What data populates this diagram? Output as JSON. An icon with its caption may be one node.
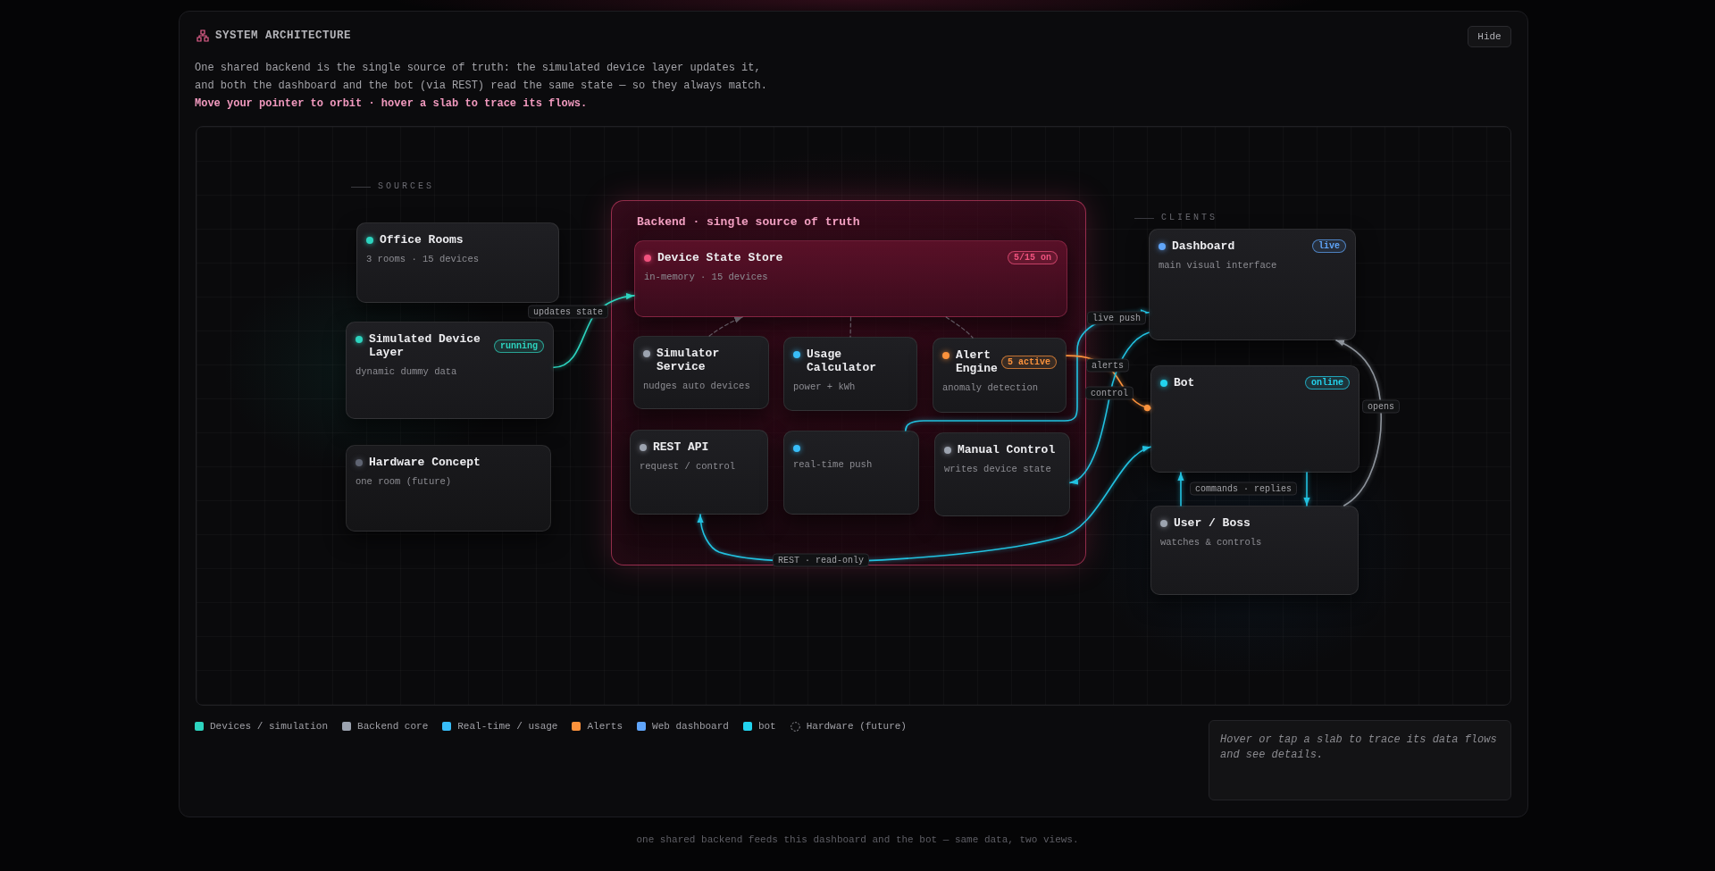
{
  "diagram": {
    "title": "SYSTEM ARCHITECTURE",
    "caption": "One shared backend is the single source of truth: the simulated device layer updates it, and both the dashboard and the bot (via REST) read the same state — so they always match. **Move your pointer to orbit · hover a slab to trace its flows.**",
    "nodes": [
      {
        "text": [
          "Office Rooms",
          "3 rooms · 15 devices"
        ]
      },
      {
        "text": [
          "Simulated Device Layer",
          "running",
          "dynamic dummy data"
        ]
      },
      {
        "text": [
          "Hardware Concept",
          "one room (future)"
        ]
      },
      {
        "text": [
          "Backend · single source of truth"
        ]
      },
      {
        "text": [
          "Device State Store",
          "5/15 on",
          "in-memory · 15 devices"
        ],
        "in": 3
      },
      {
        "text": [
          "Simulator Service",
          "nudges auto devices"
        ],
        "in": 3
      },
      {
        "text": [
          "Usage Calculator",
          "power + kWh"
        ],
        "in": 3
      },
      {
        "text": [
          "Alert Engine",
          "5 active",
          "anomaly detection"
        ],
        "in": 3
      },
      {
        "text": [
          "REST API",
          "request / control"
        ],
        "in": 3
      },
      {
        "text": [
          "real-time push"
        ],
        "in": 3
      },
      {
        "text": [
          "Manual Control",
          "writes device state"
        ],
        "in": 3
      },
      {
        "text": [
          "Dashboard",
          "live",
          "main visual interface"
        ]
      },
      {
        "text": [
          "Bot",
          "online"
        ]
      },
      {
        "text": [
          "User / Boss",
          "watches & controls"
        ]
      },
      {
        "text": [
          "Hover or tap a slab to trace its data flows and see details."
        ]
      }
    ],
    "edges": [
      {
        "from": 1,
        "to": 4,
        "arrow": "to",
        "label": "updates state",
        "color": "#2dd4bf"
      },
      {
        "from": 9,
        "to": 11,
        "arrow": "to",
        "label": "live push"
      },
      {
        "from": 7,
        "to": 12,
        "arrow": "other",
        "label": "alerts",
        "color": "#fb923c"
      },
      {
        "from": 11,
        "to": 10,
        "arrow": "to",
        "label": "control"
      },
      {
        "from": 12,
        "to": 8,
        "arrow": "both",
        "label": "REST · read-only"
      },
      {
        "from": 13,
        "to": 11,
        "arrow": "to",
        "label": "opens",
        "color": "#8e949c"
      },
      {
        "from": 13,
        "to": 12,
        "arrow": "to",
        "label": "commands · replies"
      },
      {
        "from": 12,
        "to": 13,
        "arrow": "to"
      },
      {
        "from": 5,
        "to": 4,
        "arrow": "to",
        "style": "dashed",
        "color": "#8e949c"
      },
      {
        "from": 4,
        "to": 6,
        "arrow": "none",
        "style": "dashed",
        "color": "#8e949c"
      },
      {
        "from": 4,
        "to": 7,
        "arrow": "none",
        "style": "dashed",
        "color": "#8e949c"
      }
    ],
    "labels": [
      "Hide",
      "SOURCES",
      "CLIENTS",
      "one shared backend feeds this dashboard and the bot — same data, two views."
    ],
    "legend": [
      {
        "text": "Devices / simulation",
        "color": "#2dd4bf"
      },
      {
        "text": "Backend core",
        "color": "#9ca3af"
      },
      {
        "text": "Real-time / usage",
        "color": "#38bdf8"
      },
      {
        "text": "Alerts",
        "color": "#fb923c"
      },
      {
        "text": "Web dashboard",
        "color": "#60a5fa"
      },
      {
        "text": "bot",
        "color": "#22d3ee"
      },
      {
        "text": "Hardware (future)"
      }
    ]
  }
}
